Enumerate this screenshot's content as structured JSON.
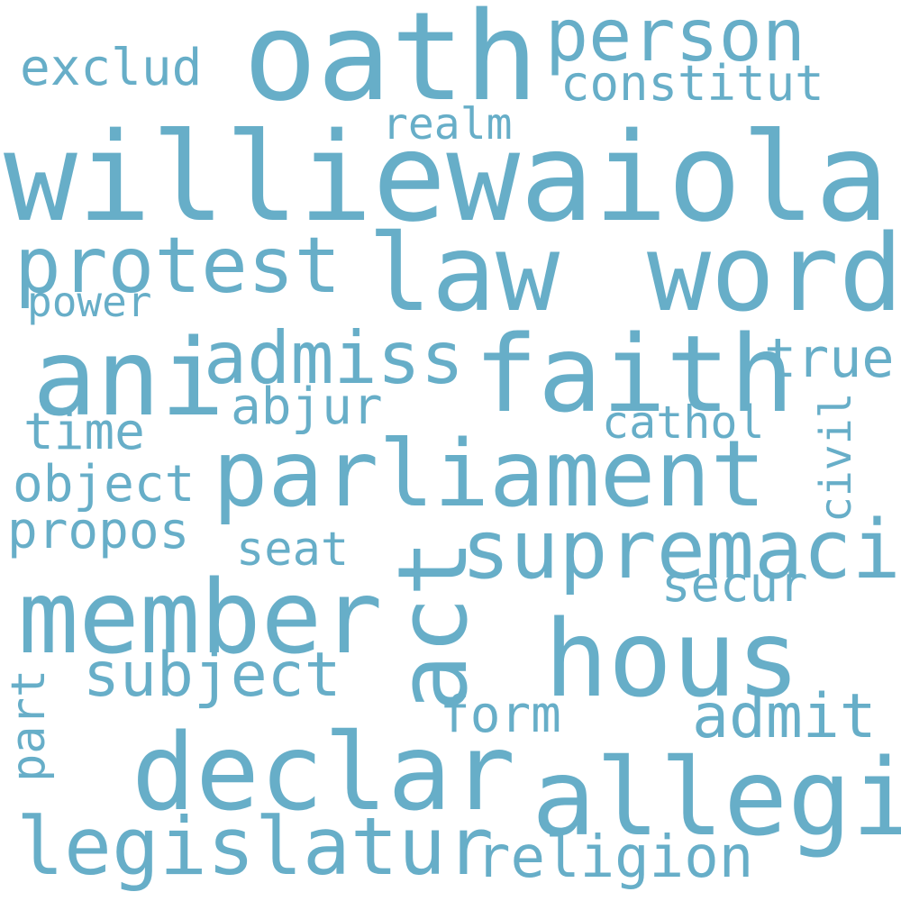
{
  "color": "#67aec8",
  "words": {
    "williewaiola": "williewaiola",
    "oath": "oath",
    "parliament": "parliament",
    "faith": "faith",
    "word": "word",
    "law": "law",
    "ani": "ani",
    "supremaci": "supremaci",
    "member": "member",
    "act": "act",
    "hous": "hous",
    "declar": "declar",
    "allegi": "allegi",
    "legislatur": "legislatur",
    "person": "person",
    "protest": "protest",
    "admiss": "admiss",
    "subject": "subject",
    "admit": "admit",
    "exclud": "exclud",
    "constitut": "constitut",
    "realm": "realm",
    "power": "power",
    "true": "true",
    "abjur": "abjur",
    "time": "time",
    "cathol": "cathol",
    "object": "object",
    "civil": "civil",
    "propos": "propos",
    "seat": "seat",
    "secur": "secur",
    "part": "part",
    "form": "form",
    "religion": "religion"
  }
}
